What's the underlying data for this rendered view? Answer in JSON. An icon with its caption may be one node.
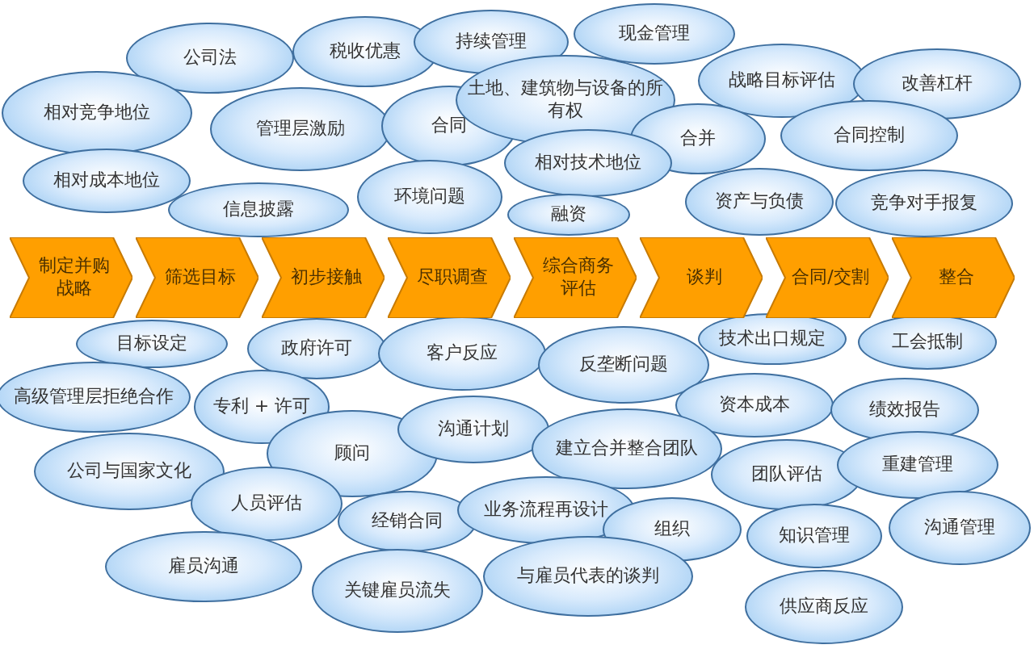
{
  "diagram": {
    "nodes": [
      {
        "text": [
          "公司法"
        ]
      },
      {
        "text": [
          "税收优惠"
        ]
      },
      {
        "text": [
          "持续管理"
        ]
      },
      {
        "text": [
          "现金管理"
        ]
      },
      {
        "text": [
          "相对竞争地位"
        ]
      },
      {
        "text": [
          "管理层激励"
        ]
      },
      {
        "text": [
          "合同"
        ]
      },
      {
        "text": [
          "土地、建筑物与设备的所有权"
        ]
      },
      {
        "text": [
          "战略目标评估"
        ]
      },
      {
        "text": [
          "改善杠杆"
        ]
      },
      {
        "text": [
          "合并"
        ]
      },
      {
        "text": [
          "合同控制"
        ]
      },
      {
        "text": [
          "相对成本地位"
        ]
      },
      {
        "text": [
          "相对技术地位"
        ]
      },
      {
        "text": [
          "信息披露"
        ]
      },
      {
        "text": [
          "环境问题"
        ]
      },
      {
        "text": [
          "融资"
        ]
      },
      {
        "text": [
          "资产与负债"
        ]
      },
      {
        "text": [
          "竞争对手报复"
        ]
      },
      {
        "text": [
          "制定并购战略"
        ]
      },
      {
        "text": [
          "筛选目标"
        ]
      },
      {
        "text": [
          "初步接触"
        ]
      },
      {
        "text": [
          "尽职调查"
        ]
      },
      {
        "text": [
          "综合商务评估"
        ]
      },
      {
        "text": [
          "谈判"
        ]
      },
      {
        "text": [
          "合同/交割"
        ]
      },
      {
        "text": [
          "整合"
        ]
      },
      {
        "text": [
          "目标设定"
        ]
      },
      {
        "text": [
          "政府许可"
        ]
      },
      {
        "text": [
          "客户反应"
        ]
      },
      {
        "text": [
          "反垄断问题"
        ]
      },
      {
        "text": [
          "技术出口规定"
        ]
      },
      {
        "text": [
          "工会抵制"
        ]
      },
      {
        "text": [
          "高级管理层拒绝合作"
        ]
      },
      {
        "text": [
          "专利 + 许可"
        ]
      },
      {
        "text": [
          "顾问"
        ]
      },
      {
        "text": [
          "沟通计划"
        ]
      },
      {
        "text": [
          "资本成本"
        ]
      },
      {
        "text": [
          "绩效报告"
        ]
      },
      {
        "text": [
          "建立合并整合团队"
        ]
      },
      {
        "text": [
          "公司与国家文化"
        ]
      },
      {
        "text": [
          "人员评估"
        ]
      },
      {
        "text": [
          "经销合同"
        ]
      },
      {
        "text": [
          "团队评估"
        ]
      },
      {
        "text": [
          "重建管理"
        ]
      },
      {
        "text": [
          "业务流程再设计"
        ]
      },
      {
        "text": [
          "组织"
        ]
      },
      {
        "text": [
          "知识管理"
        ]
      },
      {
        "text": [
          "沟通管理"
        ]
      },
      {
        "text": [
          "雇员沟通"
        ]
      },
      {
        "text": [
          "关键雇员流失"
        ]
      },
      {
        "text": [
          "与雇员代表的谈判"
        ]
      },
      {
        "text": [
          "供应商反应"
        ]
      }
    ]
  }
}
